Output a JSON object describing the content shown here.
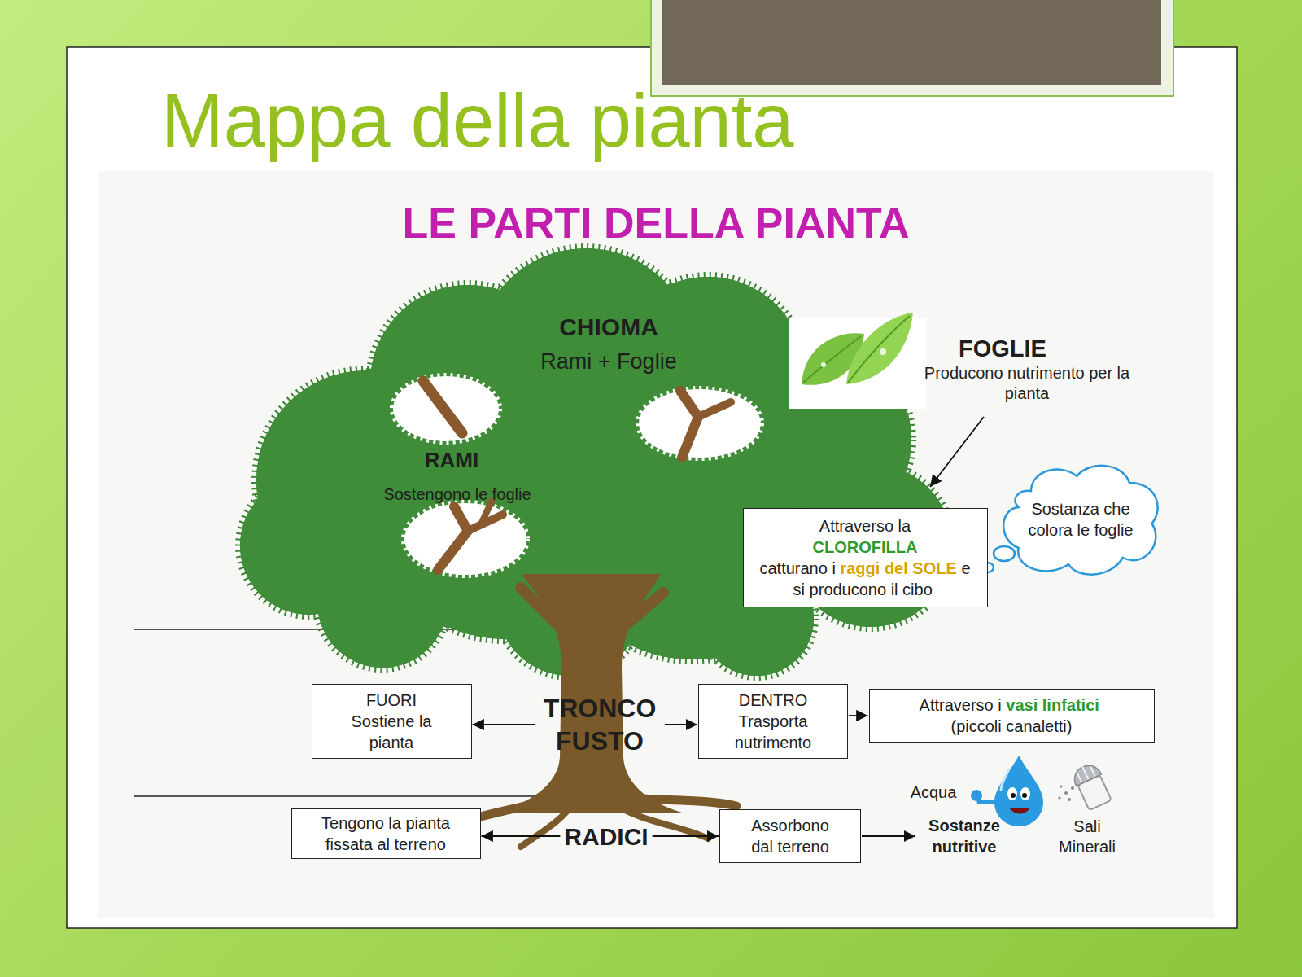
{
  "diagram": {
    "title": "Mappa della pianta",
    "nodes": [
      {
        "text": [
          "Attraverso la",
          "CLOROFILLA",
          "catturano i",
          "raggi del SOLE",
          "e si producono il cibo"
        ]
      },
      {
        "text": [
          "Sostanza che colora le foglie"
        ]
      },
      {
        "text": [
          "FUORI",
          "Sostiene la pianta"
        ]
      },
      {
        "text": [
          "TRONCO FUSTO"
        ]
      },
      {
        "text": [
          "DENTRO",
          "Trasporta nutrimento"
        ]
      },
      {
        "text": [
          "Attraverso i",
          "vasi linfatici",
          "(piccoli canaletti)"
        ]
      },
      {
        "text": [
          "Tengono la pianta fissata al terreno"
        ]
      },
      {
        "text": [
          "RADICI"
        ]
      },
      {
        "text": [
          "Assorbono dal terreno"
        ]
      },
      {
        "text": [
          "Sostanze nutritive"
        ]
      }
    ],
    "edges": [
      {
        "from": 3,
        "to": 2,
        "arrow": "to"
      },
      {
        "from": 3,
        "to": 4,
        "arrow": "to"
      },
      {
        "from": 4,
        "to": 5,
        "arrow": "to"
      },
      {
        "from": 7,
        "to": 6,
        "arrow": "to"
      },
      {
        "from": 7,
        "to": 8,
        "arrow": "to"
      },
      {
        "from": 8,
        "to": 9,
        "arrow": "to"
      }
    ],
    "labels": [
      "LE PARTI DELLA PIANTA",
      "CHIOMA",
      "Rami + Foglie",
      "RAMI",
      "Sostengono le foglie",
      "FOGLIE",
      "Producono nutrimento per la pianta",
      "Acqua",
      "Sali Minerali"
    ]
  }
}
